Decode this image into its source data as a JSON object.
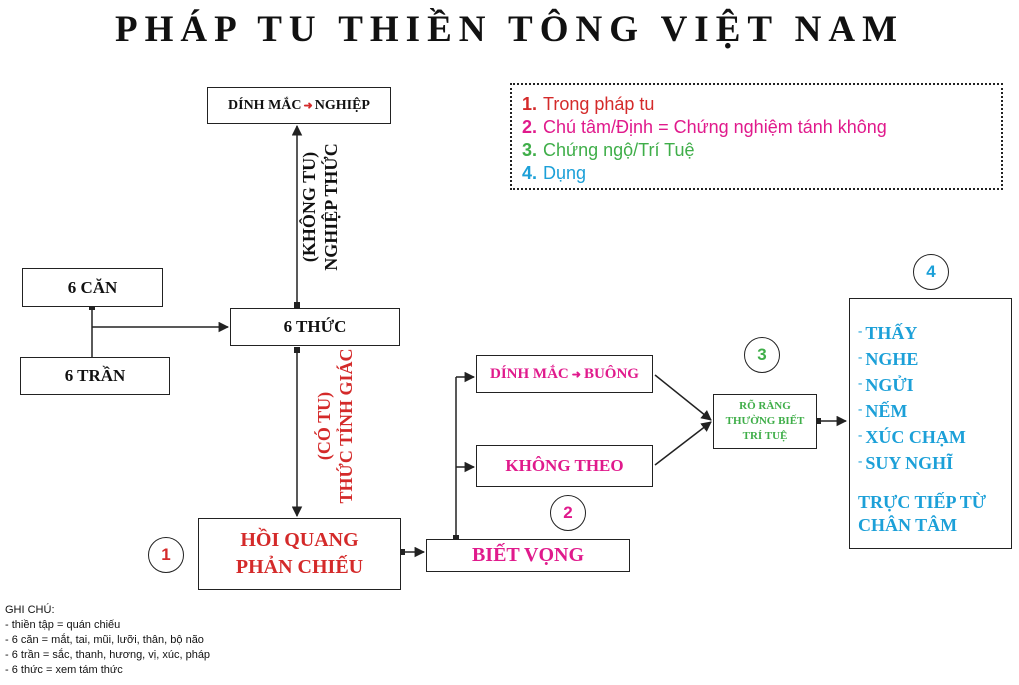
{
  "title": "PHÁP TU THIỀN TÔNG VIỆT NAM",
  "legend": [
    {
      "num": "1.",
      "text": "Trong pháp tu",
      "color": "#d42a2a"
    },
    {
      "num": "2.",
      "text": "Chú tâm/Định = Chứng nghiệm tánh không",
      "color": "#e01a8c"
    },
    {
      "num": "3.",
      "text": "Chứng ngộ/Trí Tuệ",
      "color": "#3fae49"
    },
    {
      "num": "4.",
      "text": "Dụng",
      "color": "#1ca0d8"
    }
  ],
  "nodes": {
    "dinh_mac_nghiep_left": "DÍNH MẮC",
    "dinh_mac_nghiep_arrow": "➜",
    "dinh_mac_nghiep_right": "NGHIỆP",
    "sau_can": "6 CĂN",
    "sau_thuc": "6 THỨC",
    "sau_tran": "6 TRẦN",
    "hoi_quang_line1": "HỒI QUANG",
    "hoi_quang_line2": "PHẢN CHIẾU",
    "biet_vong": "BIẾT VỌNG",
    "dinh_mac_buong_left": "DÍNH MẮC",
    "dinh_mac_buong_arrow": "➜",
    "dinh_mac_buong_right": "BUÔNG",
    "khong_theo": "KHÔNG THEO",
    "ro_rang_line1": "RÕ RÀNG",
    "ro_rang_line2": "THƯỜNG BIẾT",
    "ro_rang_line3": "TRÍ TUỆ"
  },
  "vertical_labels": {
    "khong_tu_line1": "(KHÔNG TU)",
    "khong_tu_line2": "NGHIỆP THỨC",
    "co_tu_line1": "(CÓ TU)",
    "co_tu_line2": "THỨC TỈNH GIÁC"
  },
  "circles": [
    "1",
    "2",
    "3",
    "4"
  ],
  "senses": {
    "dash": "-",
    "items": [
      "THẤY",
      "NGHE",
      "NGỬI",
      "NẾM",
      "XÚC CHẠM",
      "SUY NGHĨ"
    ],
    "direct_line1": "TRỰC TIẾP TỪ",
    "direct_line2": "CHÂN TÂM"
  },
  "notes": {
    "heading": "GHI CHÚ:",
    "lines": [
      "- thiền tập = quán chiếu",
      "- 6 căn = mắt, tai, mũi, lưỡi, thân, bộ não",
      "- 6 trần = sắc, thanh, hương, vị, xúc, pháp",
      "- 6 thức = xem tám thức"
    ]
  },
  "colors": {
    "red": "#d42a2a",
    "magenta": "#e01a8c",
    "green": "#3fae49",
    "blue": "#1ca0d8",
    "ink": "#222222"
  }
}
